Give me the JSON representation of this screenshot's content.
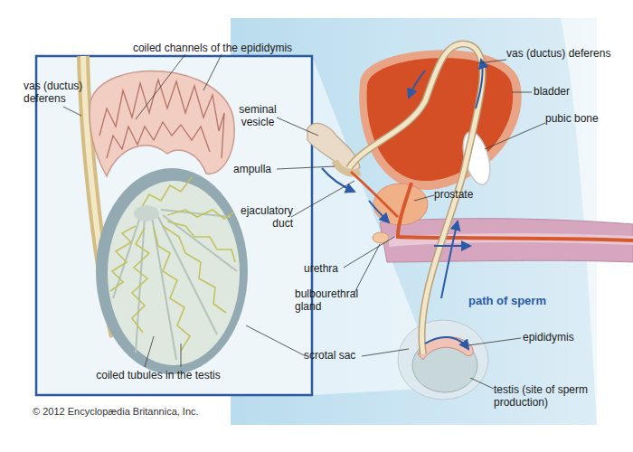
{
  "diagram": {
    "labels": [
      "coiled channels of the epididymis",
      "vas (ductus) deferens",
      "seminal vesicle",
      "ampulla",
      "ejaculatory duct",
      "urethra",
      "bulbourethral gland",
      "prostate",
      "vas (ductus) deferens",
      "bladder",
      "pubic bone",
      "path of sperm",
      "epididymis",
      "testis (site of sperm production)",
      "scrotal sac",
      "coiled tubules in the testis",
      "© 2012 Encyclopædia Britannica, Inc."
    ]
  }
}
